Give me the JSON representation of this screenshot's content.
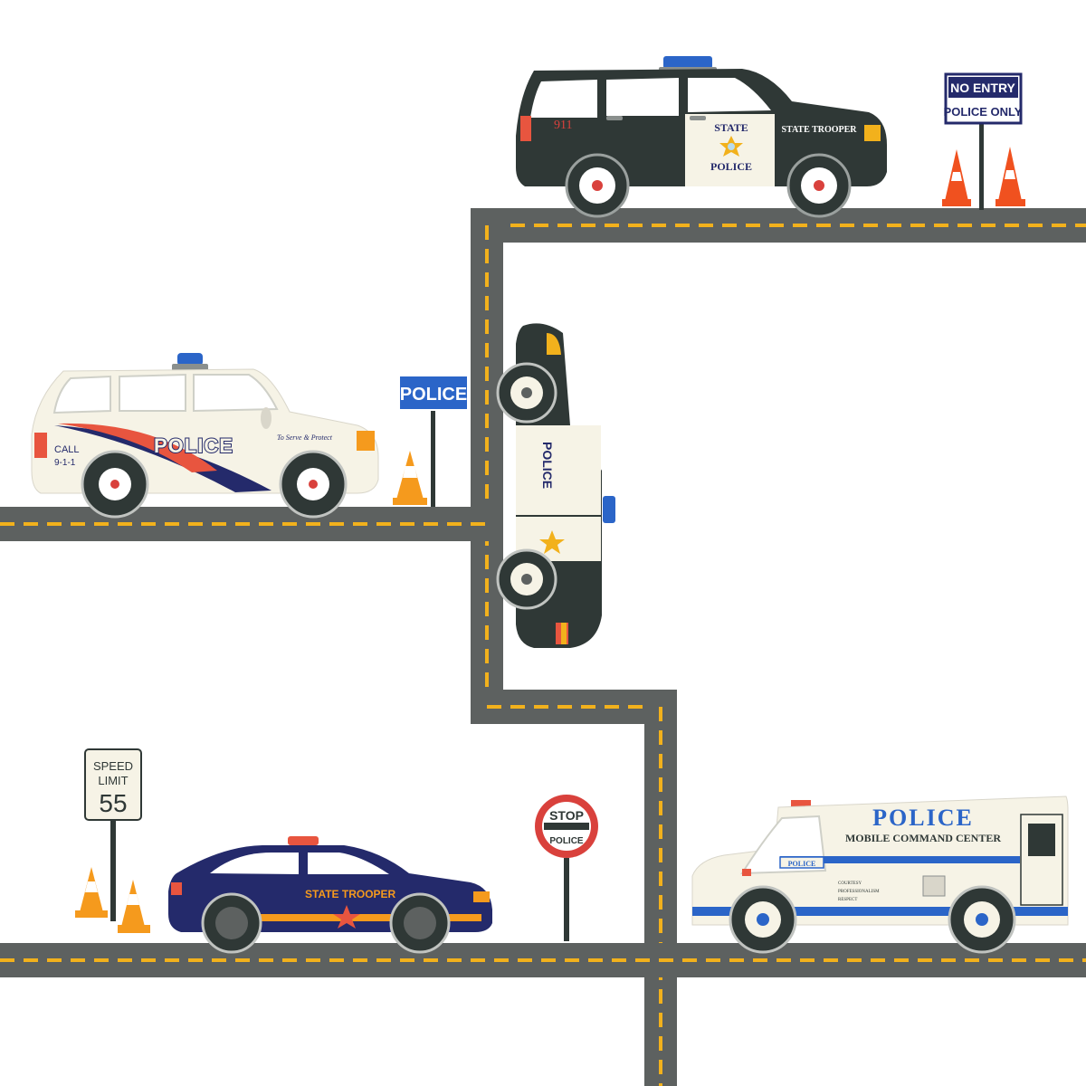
{
  "colors": {
    "road": "#5d6160",
    "lane": "#f2b11c",
    "dark_car": "#2f3836",
    "cream": "#f6f3e6",
    "navy": "#242a6b",
    "blue_light": "#2b65c8",
    "red": "#e8553f",
    "cone": "#f0511f",
    "orange": "#f59a1d"
  },
  "suv_top": {
    "number": "911",
    "door_line1": "STATE",
    "door_line2": "POLICE",
    "side_text": "STATE TROOPER"
  },
  "sign_no_entry": {
    "line1": "NO ENTRY",
    "line2": "POLICE ONLY"
  },
  "suv_left": {
    "call_line1": "CALL",
    "call_line2": "9-1-1",
    "logo": "POLICE",
    "motto": "To Serve & Protect"
  },
  "sign_police": {
    "text": "POLICE"
  },
  "patrol_car": {
    "text": "POLICE"
  },
  "sign_speed": {
    "line1": "SPEED",
    "line2": "LIMIT",
    "value": "55"
  },
  "trooper_car": {
    "text": "STATE TROOPER"
  },
  "sign_stop": {
    "line1": "STOP",
    "line2": "POLICE"
  },
  "command_truck": {
    "title": "POLICE",
    "subtitle": "MOBILE COMMAND CENTER",
    "side_badge": "POLICE",
    "values": [
      "COURTESY",
      "PROFESSIONALISM",
      "RESPECT"
    ]
  }
}
